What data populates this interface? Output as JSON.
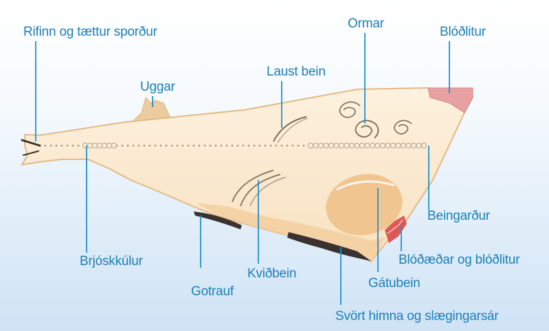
{
  "colors": {
    "label_text": "#1b7fb8",
    "leader_line": "#1e90d0",
    "fillet_fill": "#fcebd2",
    "fillet_edge": "#e3b884",
    "fin_fill": "#eccb9e",
    "bruise_fill": "#e7a1a2",
    "blood_spot": "#d94a4a",
    "membrane": "#3b3230",
    "sky_top": "#ffffff",
    "sky_bottom": "#cfe3f5"
  },
  "labels": {
    "rifinn": "Rifinn og tættur sporður",
    "ormar": "Ormar",
    "blodlitur": "Blóðlitur",
    "uggar": "Uggar",
    "laust_bein": "Laust bein",
    "beingardur": "Beingarður",
    "brjoskkulur": "Brjóskkúlur",
    "blodaedar": "Blóðæðar og blóðlitur",
    "kvidbein": "Kviðbein",
    "gatubein": "Gátubein",
    "gotrauf": "Gotrauf",
    "svort_himna": "Svört himna og slægingarsár"
  }
}
